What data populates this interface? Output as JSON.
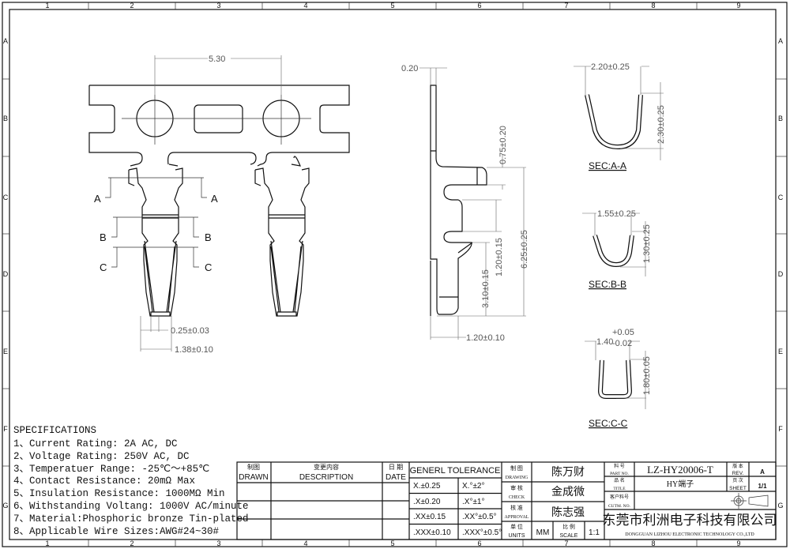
{
  "frame": {
    "columns": [
      "1",
      "2",
      "3",
      "4",
      "5",
      "6",
      "7",
      "8",
      "9"
    ],
    "rows": [
      "A",
      "B",
      "C",
      "D",
      "E",
      "F",
      "G"
    ]
  },
  "front_view": {
    "pitch": "5.30",
    "slot_width": "0.25±0.03",
    "width": "1.38±0.10",
    "section_labels": [
      "A",
      "A",
      "B",
      "B",
      "C",
      "C"
    ]
  },
  "side_view": {
    "thickness": "0.20",
    "dim_075": "0.75±0.20",
    "dim_625": "6.25±0.25",
    "dim_120v": "1.20±0.15",
    "dim_310": "3.10±0.15",
    "dim_120h": "1.20±0.10"
  },
  "sections": [
    {
      "title": "SEC:A-A",
      "width": "2.20±0.25",
      "height": "2.30±0.25"
    },
    {
      "title": "SEC:B-B",
      "width": "1.55±0.25",
      "height": "1.30±0.25"
    },
    {
      "title": "SEC:C-C",
      "width": "1.40",
      "tol_plus": "+0.05",
      "tol_minus": "-0.02",
      "height": "1.80±0.05"
    }
  ],
  "specifications": {
    "title": "SPECIFICATIONS",
    "items": [
      "1、Current Rating: 2A AC, DC",
      "2、Voltage Rating: 250V AC, DC",
      "3、Temperatuer Range: -25℃～+85℃",
      "4、Contact Resistance: 20mΩ Max",
      "5、Insulation Resistance: 1000MΩ Min",
      "6、Withstanding Voltang: 1000V AC/minute",
      "7、Material:Phosphoric bronze Tin-plated",
      "8、Applicable Wire Sizes:AWG#24~30#"
    ]
  },
  "revision_table": {
    "drawn_cn": "制图",
    "drawn": "DRAWN",
    "desc_cn": "变更内容",
    "desc": "DESCRIPTION",
    "date_cn": "日 期",
    "date": "DATE"
  },
  "tolerance": {
    "title": "GENERL  TOLERANCE",
    "linear": [
      "X.±0.25",
      ".X±0.20",
      ".XX±0.15",
      ".XXX±0.10"
    ],
    "angular": [
      "X.°±2°",
      ".X°±1°",
      ".XX°±0.5°",
      ".XXX°±0.5°"
    ]
  },
  "approvals": {
    "drawing_cn": "制 图",
    "drawing": "DRAWING",
    "drawing_name": "陈万财",
    "check_cn": "审 核",
    "check": "CHECK",
    "check_name": "金成微",
    "approval_cn": "核 准",
    "approval": "APPROVAL",
    "approval_name": "陈志强",
    "units_cn": "单 位",
    "units": "UNITS",
    "units_value": "MM",
    "scale_cn": "比 例",
    "scale": "SCALE",
    "scale_value": "1:1"
  },
  "title_block": {
    "part_no_cn": "料 号",
    "part_no_label": "PART NO.",
    "part_no": "LZ-HY20006-T",
    "rev_cn": "版 本",
    "rev_label": "REV.",
    "rev": "A",
    "title_cn": "品 名",
    "title_label": "TITLE",
    "title": "HY端子",
    "sheet_cn": "页 次",
    "sheet_label": "SHEET",
    "sheet": "1/1",
    "cust_cn": "客户料号",
    "cust_label": "CUTM. NO.",
    "cust_no": "",
    "company_cn": "东莞市利洲电子科技有限公司",
    "company_en": "DONGGUAN LIZHOU ELECTRONIC TECHNOLOGY CO.,LTD"
  }
}
